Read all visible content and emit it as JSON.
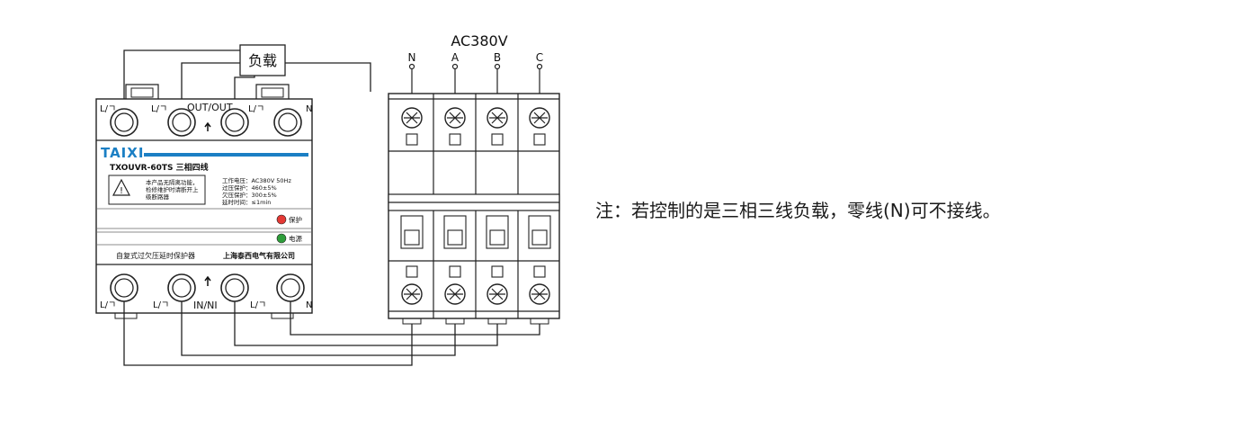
{
  "supply": {
    "label": "AC380V",
    "poles": [
      "N",
      "A",
      "B",
      "C"
    ]
  },
  "load_label": "负载",
  "protector": {
    "top_terminals": [
      "L/ㄱ",
      "L/ㄱ",
      "L/ㄱ",
      "N"
    ],
    "top_group_label": "OUT/OUT",
    "bottom_terminals": [
      "L/ㄱ",
      "L/ㄱ",
      "N"
    ],
    "bottom_group_label": "IN/NI",
    "brand": "TAIXI",
    "model": "TXOUVR-60TS 三相四线",
    "warning_lines": [
      "本产品无隔离功能，",
      "检修维护时请断开上",
      "级断路器"
    ],
    "specs": [
      "工作电压：AC380V 50Hz",
      "过压保护：460±5%",
      "欠压保护：300±5%",
      "延时时间：≤1min"
    ],
    "indicators": [
      {
        "label": "保护",
        "color": "#e53935"
      },
      {
        "label": "电源",
        "color": "#2e9e3a"
      }
    ],
    "product_name": "自复式过欠压延时保护器",
    "company": "上海泰西电气有限公司",
    "accent_color": "#1b7fc4"
  },
  "note": "注：若控制的是三相三线负载，零线(N)可不接线。"
}
